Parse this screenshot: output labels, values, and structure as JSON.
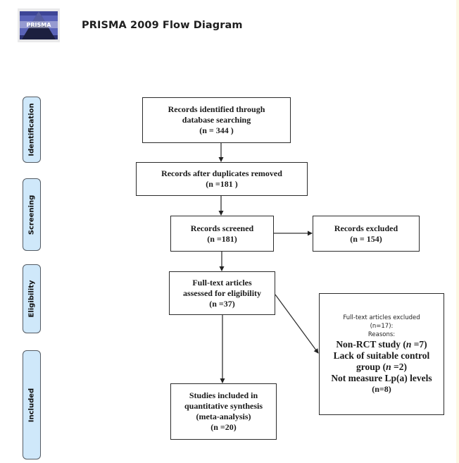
{
  "header": {
    "logo_label": "PRISMA",
    "title": "PRISMA 2009 Flow Diagram"
  },
  "stages": [
    {
      "id": "identification",
      "label": "Identification"
    },
    {
      "id": "screening",
      "label": "Screening"
    },
    {
      "id": "eligibility",
      "label": "Eligibility"
    },
    {
      "id": "included",
      "label": "Included"
    }
  ],
  "boxes": {
    "identified": {
      "lines": [
        "Records identified through",
        "database searching",
        "(n = 344 )"
      ]
    },
    "after_duplicates": {
      "lines": [
        "Records after duplicates removed",
        "(n =181 )"
      ]
    },
    "screened": {
      "lines": [
        "Records screened",
        "(n =181)"
      ]
    },
    "excluded": {
      "lines": [
        "Records excluded",
        "(n = 154)"
      ]
    },
    "fulltext_assessed": {
      "lines": [
        "Full-text articles",
        "assessed for eligibility",
        "(n =37)"
      ]
    },
    "fulltext_excluded": {
      "heading_lines": [
        "Full-text articles excluded",
        "(n=17):",
        "Reasons:"
      ],
      "reasons": [
        {
          "text": "Non-RCT study (",
          "n_label": "n",
          "n_value": " =7)"
        },
        {
          "text": "Lack of suitable control",
          "text2": "group (",
          "n_label": "n",
          "n_value": " =2)"
        },
        {
          "text": "Not measure Lp(a) levels",
          "text2": "(n=8)"
        }
      ]
    },
    "included": {
      "lines": [
        "Studies included in",
        "quantitative synthesis",
        "(meta-analysis)",
        "(n =20)"
      ]
    }
  },
  "colors": {
    "stage_fill": "#cfe8fa",
    "stage_border": "#545b63",
    "box_border": "#2b2b2b"
  }
}
